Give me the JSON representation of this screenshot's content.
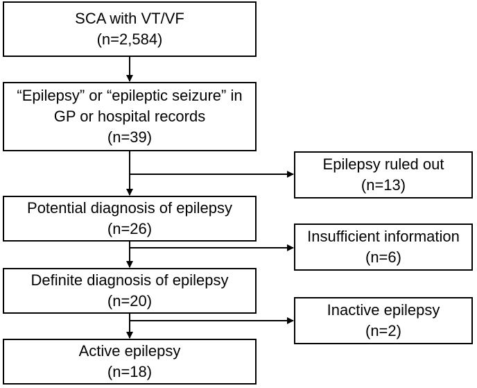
{
  "main_steps": [
    {
      "label": "SCA with VT/VF",
      "count": "(n=2,584)"
    },
    {
      "label_line1": "“Epilepsy” or “epileptic seizure” in",
      "label_line2": "GP or hospital records",
      "count": "(n=39)"
    },
    {
      "label": "Potential diagnosis of epilepsy",
      "count": "(n=26)"
    },
    {
      "label": "Definite diagnosis of epilepsy",
      "count": "(n=20)"
    },
    {
      "label": "Active epilepsy",
      "count": "(n=18)"
    }
  ],
  "exclusions": [
    {
      "label": "Epilepsy ruled out",
      "count": "(n=13)"
    },
    {
      "label": "Insufficient information",
      "count": "(n=6)"
    },
    {
      "label": "Inactive epilepsy",
      "count": "(n=2)"
    }
  ]
}
